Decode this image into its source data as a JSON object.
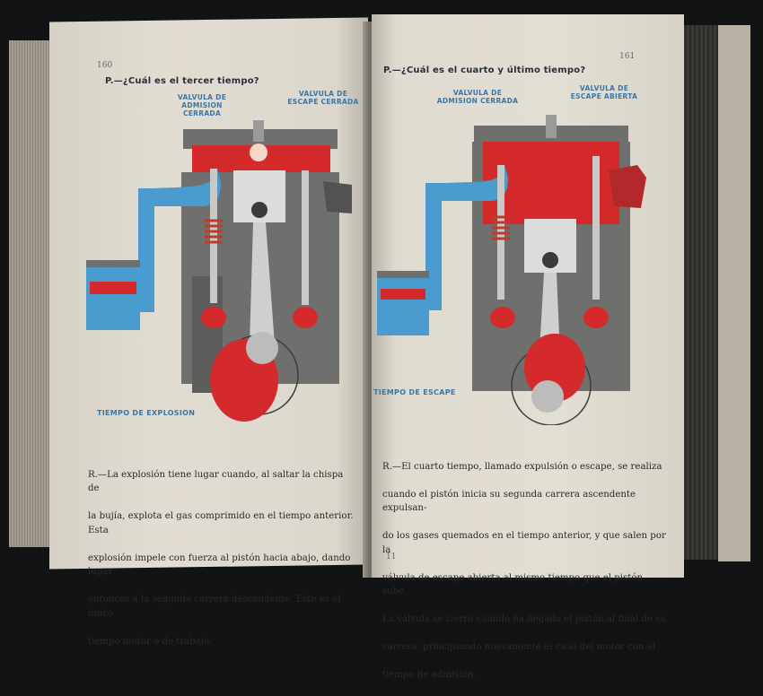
{
  "left_page": {
    "page_number": "160",
    "question": "P.—¿Cuál es el tercer tiempo?",
    "label_intake": [
      "VALVULA DE",
      "ADMISION CERRADA"
    ],
    "label_exhaust": [
      "VALVULA DE",
      "ESCAPE CERRADA"
    ],
    "caption": "TIEMPO DE EXPLOSION",
    "answer_lines": [
      "R.—La explosión tiene lugar cuando, al saltar la chispa de",
      "la bujía, explota el gas comprimido en el tiempo anterior. Esta",
      "explosión impele con fuerza al pistón hacia abajo, dando lugar",
      "entonces a la segunda carrera descendente. Este es el único",
      "tiempo motor o de trabajo."
    ]
  },
  "right_page": {
    "page_number": "161",
    "question": "P.—¿Cuál es el cuarto y último tiempo?",
    "label_intake": [
      "VALVULA DE",
      "ADMISION CERRADA"
    ],
    "label_exhaust": [
      "VALVULA DE",
      "ESCAPE ABIERTA"
    ],
    "caption": "TIEMPO DE ESCAPE",
    "answer_lines": [
      "R.—El cuarto tiempo, llamado expulsión o escape, se realiza",
      "cuando el pistón inicia su segunda carrera ascendente expulsan-",
      "do los gases quemados en el tiempo anterior, y que salen por la",
      "válvula de escape abierta al mismo tiempo que el pistón sube.",
      "La válvula se cierra cuando ha llegado el pistón al final de su",
      "carrera, principiando nuevamente el ciclo del motor con el",
      "tiempo de admisión."
    ],
    "footer_mark": "11"
  },
  "colors": {
    "page": "#e0dbd1",
    "engine_red": "#d42a2c",
    "intake_blue": "#4a9ccf",
    "metal_gray": "#6f6f6e",
    "label_blue": "#3b77a6"
  }
}
